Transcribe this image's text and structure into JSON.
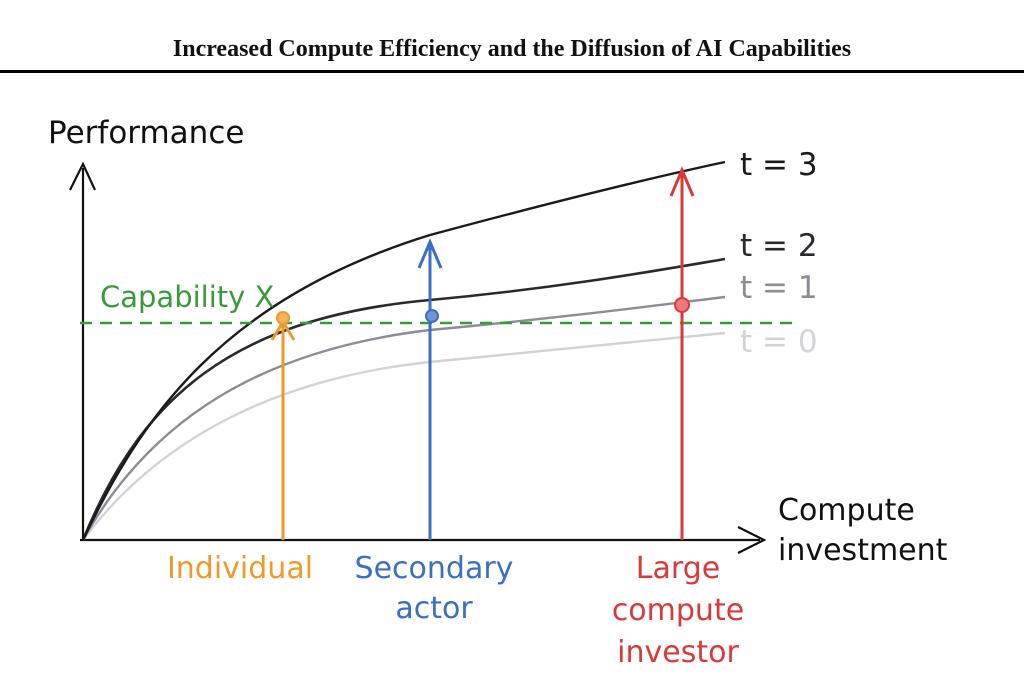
{
  "title": "Increased Compute Efficiency and the Diffusion of AI Capabilities",
  "axes": {
    "y_label": "Performance",
    "x_label_line1": "Compute",
    "x_label_line2": "investment"
  },
  "curves": [
    {
      "label": "t = 3",
      "color": "#1a1a1a"
    },
    {
      "label": "t = 2",
      "color": "#2a2a2e"
    },
    {
      "label": "t = 1",
      "color": "#8a8a92"
    },
    {
      "label": "t = 0",
      "color": "#cfcfd6"
    }
  ],
  "threshold": {
    "label": "Capability X",
    "color": "#3a9a3a"
  },
  "actors": [
    {
      "lines": [
        "Individual"
      ],
      "color": "#ee9a2a"
    },
    {
      "lines": [
        "Secondary",
        "actor"
      ],
      "color": "#3a6fc4"
    },
    {
      "lines": [
        "Large",
        "compute",
        "investor"
      ],
      "color": "#d83a3a"
    }
  ]
}
